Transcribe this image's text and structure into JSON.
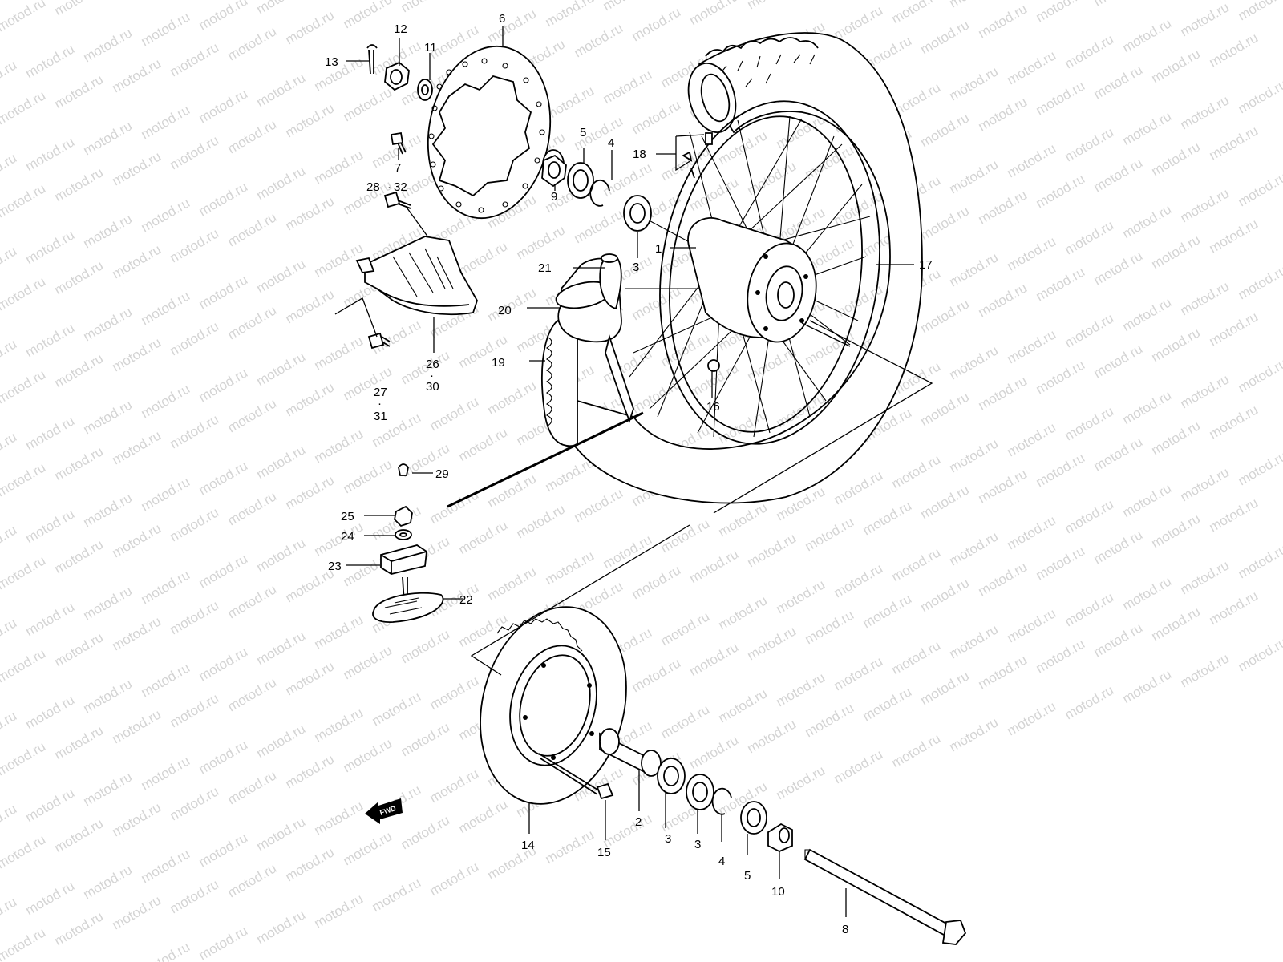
{
  "watermark": "motod.ru",
  "fwd_label": "FWD",
  "callouts": {
    "c1": "1",
    "c2": "2",
    "c3a": "3",
    "c3b": "3",
    "c3c": "3",
    "c4a": "4",
    "c4b": "4",
    "c5a": "5",
    "c5b": "5",
    "c6": "6",
    "c7": "7",
    "c8": "8",
    "c9": "9",
    "c10": "10",
    "c11": "11",
    "c12": "12",
    "c13": "13",
    "c14": "14",
    "c15": "15",
    "c16": "16",
    "c17": "17",
    "c18": "18",
    "c19": "19",
    "c20": "20",
    "c21": "21",
    "c22": "22",
    "c23": "23",
    "c24": "24",
    "c25": "25",
    "c26": "26",
    "c27": "27",
    "c28": "28",
    "c29": "29",
    "c30": "30",
    "c31": "31",
    "c32": "32"
  }
}
